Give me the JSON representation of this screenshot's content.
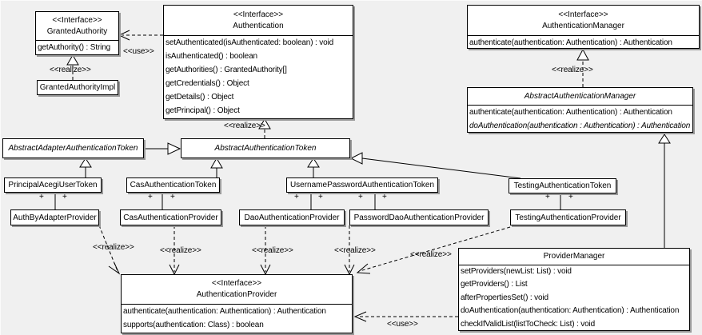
{
  "labels": {
    "use": "<<use>>",
    "realize": "<<realize>>",
    "plus": "+"
  },
  "colors": {
    "background": "#f0f0f0",
    "box_fill": "#ffffff",
    "box_border": "#000000",
    "shadow": "#999999"
  },
  "classes": {
    "granted_authority": {
      "stereotype": "<<Interface>>",
      "name": "GrantedAuthority",
      "methods": [
        "getAuthority() : String"
      ]
    },
    "granted_authority_impl": {
      "name": "GrantedAuthorityImpl"
    },
    "authentication": {
      "stereotype": "<<Interface>>",
      "name": "Authentication",
      "methods": [
        "setAuthenticated(isAuthenticated: boolean) : void",
        "isAuthenticated() : boolean",
        "getAuthorities() : GrantedAuthority[]",
        "getCredentials() : Object",
        "getDetails() : Object",
        "getPrincipal() : Object"
      ]
    },
    "authentication_manager": {
      "stereotype": "<<Interface>>",
      "name": "AuthenticationManager",
      "methods": [
        "authenticate(authentication: Authentication) : Authentication"
      ]
    },
    "abstract_authentication_manager": {
      "name": "AbstractAuthenticationManager",
      "methods": [
        "authenticate(authentication: Authentication) : Authentication",
        "doAuthentication(authentication : Authentication) : Authentication"
      ]
    },
    "abstract_adapter_authentication_token": {
      "name": "AbstractAdapterAuthenticationToken"
    },
    "abstract_authentication_token": {
      "name": "AbstractAuthenticationToken"
    },
    "principal_acegi_user_token": {
      "name": "PrincipalAcegiUserToken"
    },
    "cas_authentication_token": {
      "name": "CasAuthenticationToken"
    },
    "username_password_authentication_token": {
      "name": "UsernamePasswordAuthenticationToken"
    },
    "testing_authentication_token": {
      "name": "TestingAuthenticationToken"
    },
    "auth_by_adapter_provider": {
      "name": "AuthByAdapterProvider"
    },
    "cas_authentication_provider": {
      "name": "CasAuthenticationProvider"
    },
    "dao_authentication_provider": {
      "name": "DaoAuthenticationProvider"
    },
    "password_dao_authentication_provider": {
      "name": "PasswordDaoAuthenticationProvider"
    },
    "testing_authentication_provider": {
      "name": "TestingAuthenticationProvider"
    },
    "authentication_provider": {
      "stereotype": "<<Interface>>",
      "name": "AuthenticationProvider",
      "methods": [
        "authenticate(authentication: Authentication) : Authentication",
        "supports(authentication: Class) : boolean"
      ]
    },
    "provider_manager": {
      "name": "ProviderManager",
      "methods": [
        "setProviders(newList: List) : void",
        "getProviders() : List",
        "afterPropertiesSet() : void",
        "doAuthentication(authentication: Authentication) : Authentication",
        "checkIfValidList(listToCheck: List) : void"
      ]
    }
  }
}
